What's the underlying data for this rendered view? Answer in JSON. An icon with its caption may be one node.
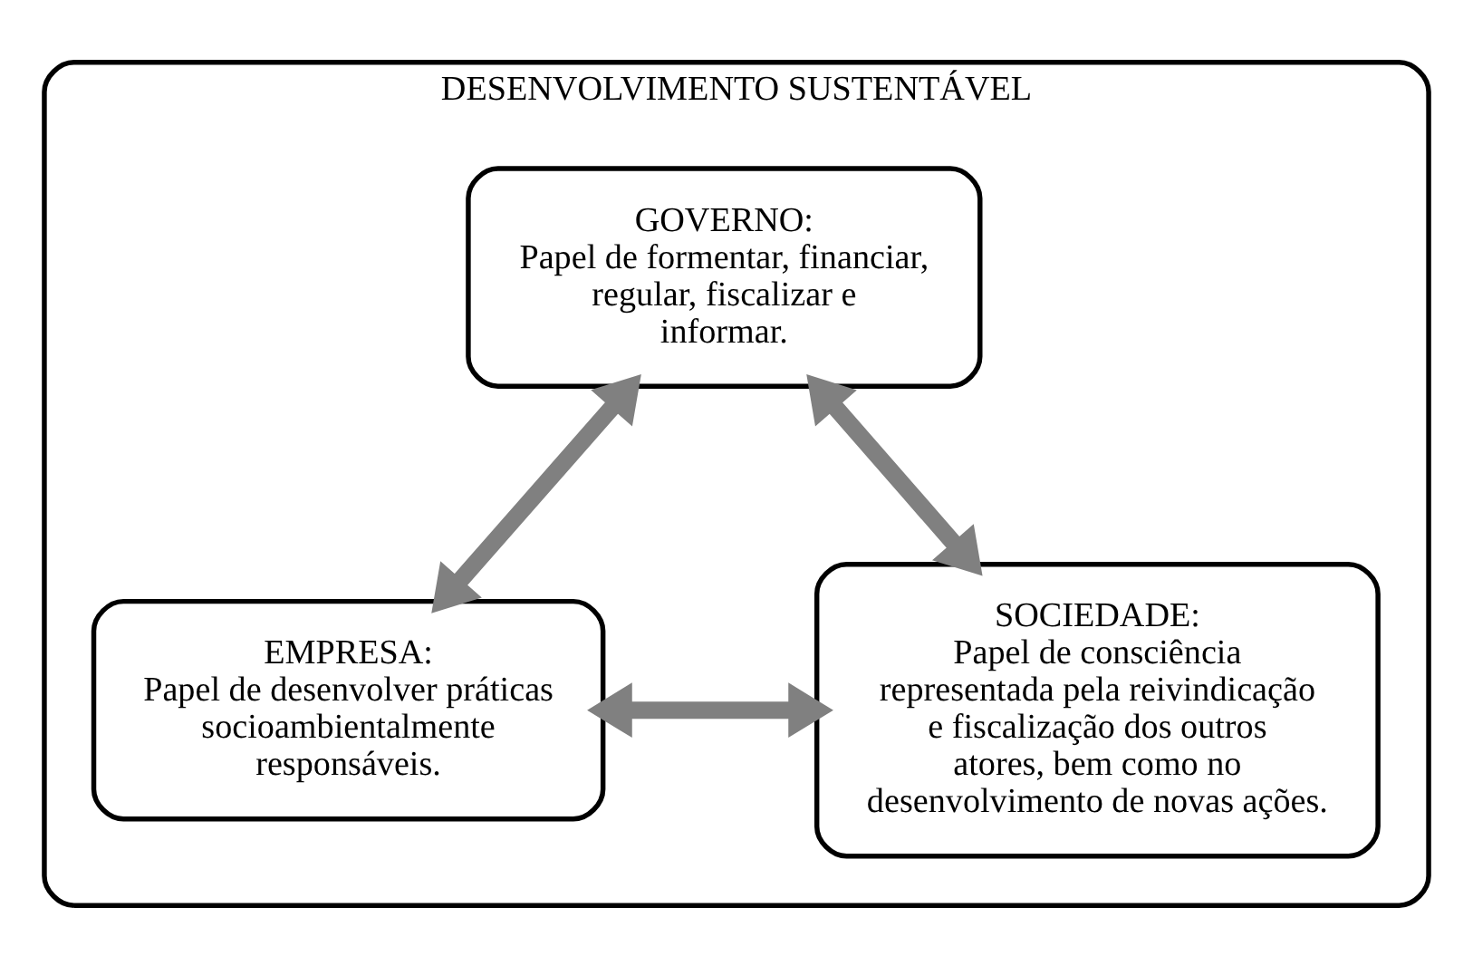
{
  "diagram": {
    "nodes": [
      {
        "text": [
          "DESENVOLVIMENTO SUSTENTÁVEL"
        ]
      },
      {
        "text": [
          "GOVERNO:",
          "Papel de formentar, financiar, regular, fiscalizar e informar."
        ],
        "in": 0
      },
      {
        "text": [
          "EMPRESA:",
          "Papel de desenvolver práticas socioambientalmente responsáveis."
        ],
        "in": 0
      },
      {
        "text": [
          "SOCIEDADE:",
          "Papel de consciência representada pela reivindicação e fiscalização dos outros atores, bem como no desenvolvimento de novas ações."
        ],
        "in": 0
      }
    ],
    "edges": [
      {
        "from": 1,
        "to": 2,
        "arrow": "both"
      },
      {
        "from": 1,
        "to": 3,
        "arrow": "both"
      },
      {
        "from": 2,
        "to": 3,
        "arrow": "both"
      }
    ]
  }
}
